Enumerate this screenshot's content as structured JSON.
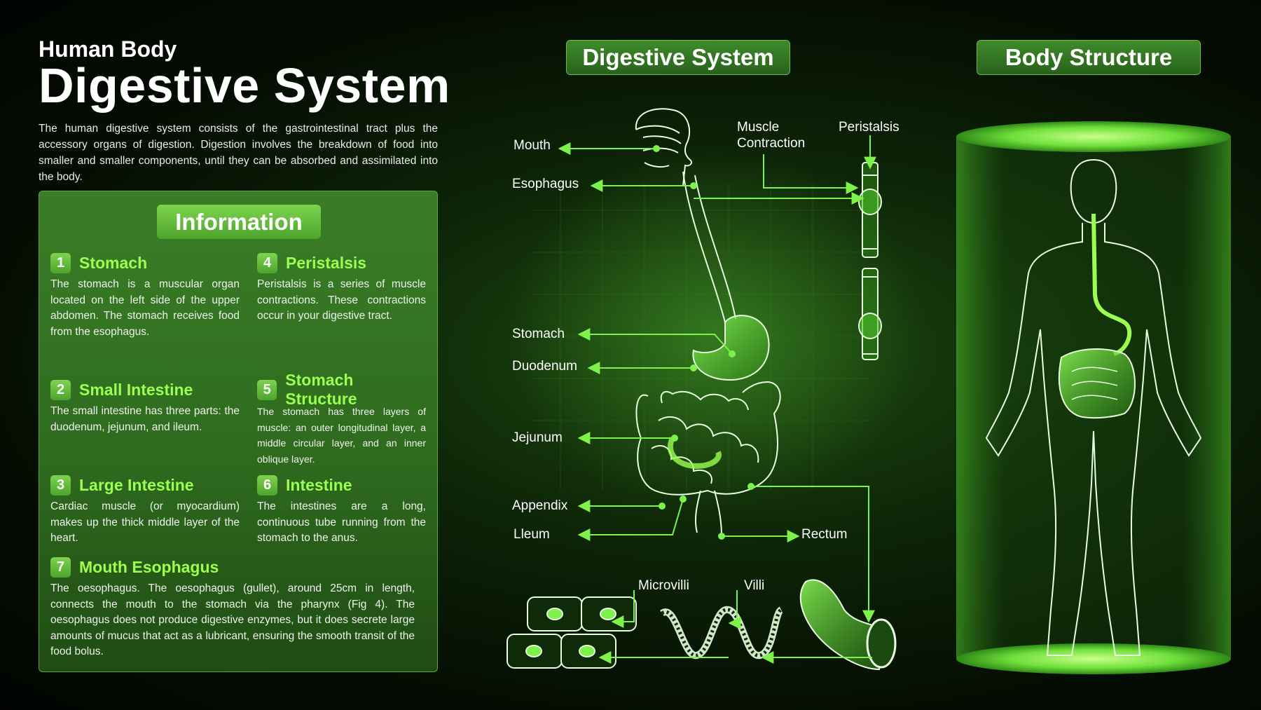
{
  "header": {
    "subtitle": "Human Body",
    "title": "Digestive System",
    "intro": "The human digestive system consists of the gastrointestinal tract plus the accessory organs of digestion. Digestion involves the breakdown of food into smaller and smaller components, until they can be absorbed and assimilated into the body."
  },
  "info": {
    "heading": "Information",
    "items": [
      {
        "num": "1",
        "title": "Stomach",
        "text": "The stomach is a muscular organ located on the left side of the upper abdomen. The stomach receives food from the esophagus."
      },
      {
        "num": "2",
        "title": "Small Intestine",
        "text": "The small intestine has three parts: the duodenum, jejunum, and ileum."
      },
      {
        "num": "3",
        "title": "Large Intestine",
        "text": "Cardiac muscle (or myocardium) makes up the thick middle layer of the heart."
      },
      {
        "num": "4",
        "title": "Peristalsis",
        "text": "Peristalsis is a series of muscle contractions. These contractions occur in your digestive tract."
      },
      {
        "num": "5",
        "title": "Stomach Structure",
        "text": "The stomach has three layers of muscle: an outer longitudinal layer, a middle circular layer, and an inner oblique layer."
      },
      {
        "num": "6",
        "title": "Intestine",
        "text": "The intestines are a long, continuous tube running from the stomach to the anus."
      },
      {
        "num": "7",
        "title": "Mouth Esophagus",
        "text": "The oesophagus. The oesophagus (gullet), around 25cm in length, connects the mouth to the stomach via the pharynx (Fig 4). The oesophagus does not produce digestive enzymes, but it does secrete large amounts of mucus that act as a lubricant, ensuring the smooth transit of the food bolus."
      }
    ]
  },
  "diagram": {
    "heading": "Digestive System",
    "labels": {
      "mouth": "Mouth",
      "esophagus": "Esophagus",
      "stomach": "Stomach",
      "duodenum": "Duodenum",
      "jejunum": "Jejunum",
      "appendix": "Appendix",
      "ileum": "Lleum",
      "rectum": "Rectum",
      "muscle_1": "Muscle",
      "muscle_2": "Contraction",
      "peristalsis": "Peristalsis",
      "microvilli": "Microvilli",
      "villi": "Villi"
    }
  },
  "body": {
    "heading": "Body Structure"
  },
  "colors": {
    "accent": "#9cff4f",
    "line": "#7cf24a",
    "panel": "#2f6b1f"
  }
}
